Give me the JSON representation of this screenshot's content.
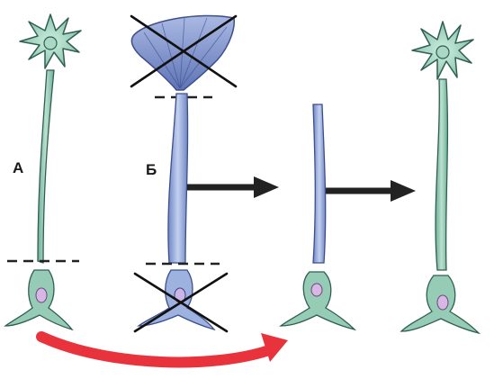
{
  "labels": {
    "specimen_a": "А",
    "specimen_b": "Б"
  },
  "colors": {
    "green_cell": "#8fc7b0",
    "green_outline": "#2f5f52",
    "blue_cell": "#8ea7d8",
    "blue_outline": "#3b4f8c",
    "nucleus": "#d8b6e6",
    "cross": "#111111",
    "arrow": "#222222",
    "curved_arrow": "#e8323c"
  },
  "icons": {
    "cut_line": "dashed-line",
    "removed_part": "x-cross",
    "transfer": "straight-arrow",
    "graft": "curved-arrow"
  }
}
